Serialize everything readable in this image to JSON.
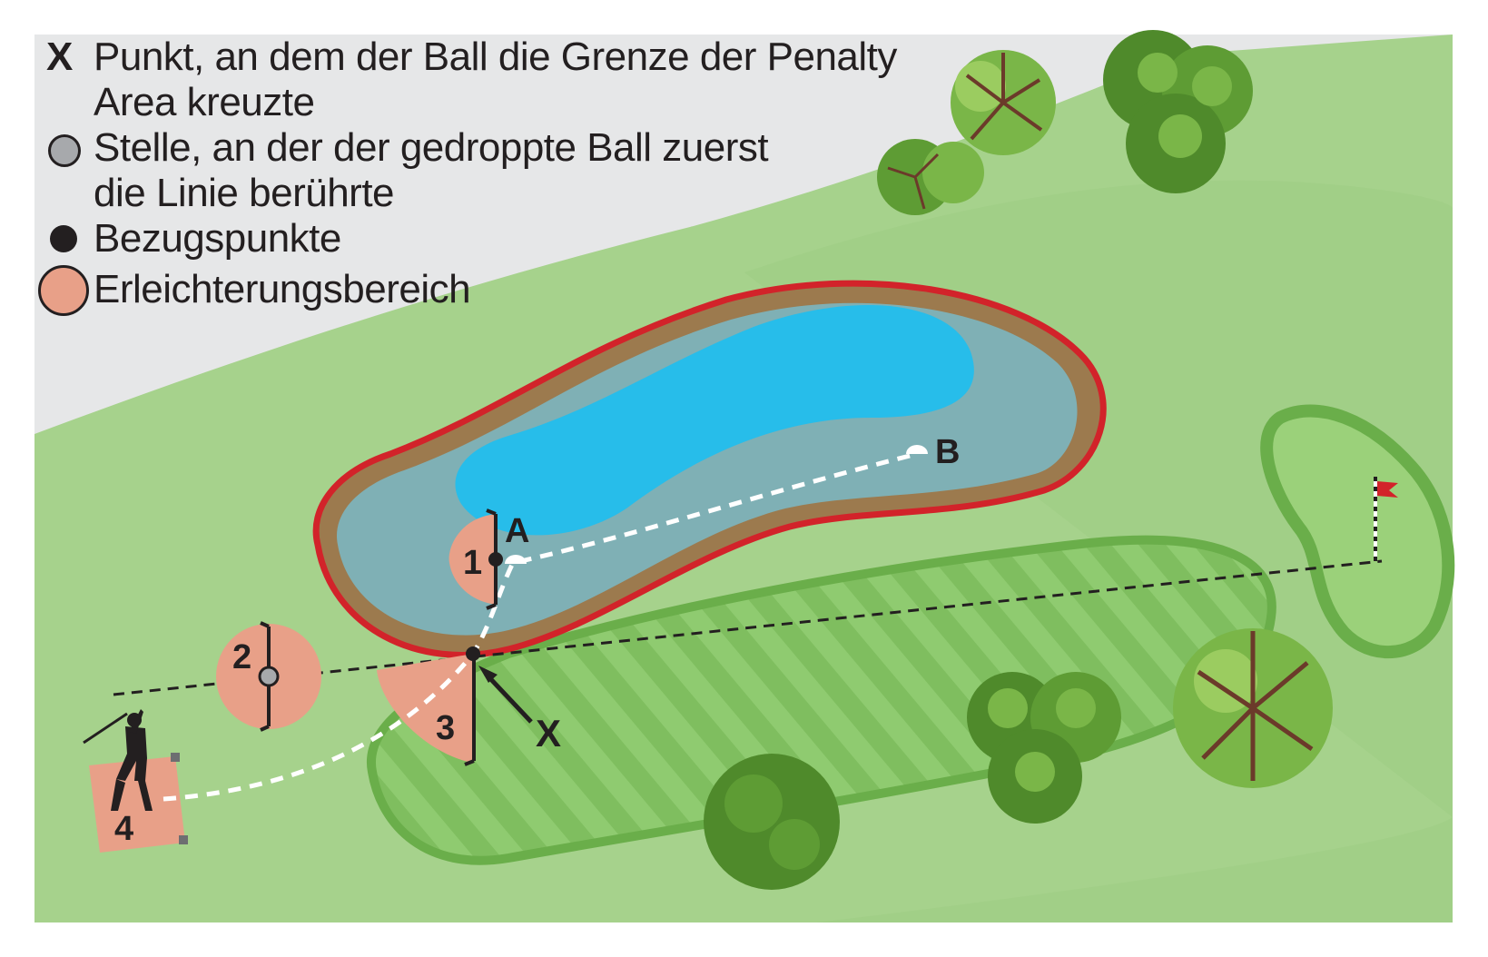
{
  "legend": {
    "x_marker": "X",
    "x_text_line1": "Punkt, an dem der Ball die Grenze der Penalty",
    "x_text_line2": "Area kreuzte",
    "gray_text_line1": "Stelle, an der der gedroppte Ball zuerst",
    "gray_text_line2": "die Linie berührte",
    "black_text": "Bezugspunkte",
    "peach_text": "Erleichterungsbereich"
  },
  "labels": {
    "point_a": "A",
    "point_b": "B",
    "point_x": "X",
    "area_1": "1",
    "area_2": "2",
    "area_3": "3",
    "area_4": "4"
  },
  "colors": {
    "sky": "#e6e7e8",
    "grass": "#a6d28c",
    "fairway": "#8cc56f",
    "water_deep": "#27bdea",
    "water_shallow": "#7fb0b5",
    "bank": "#9c7a4e",
    "penalty_line": "#d2232a",
    "relief_area": "#e8a088",
    "tree_dark": "#4f8a2b",
    "tree_light": "#7ab648"
  }
}
